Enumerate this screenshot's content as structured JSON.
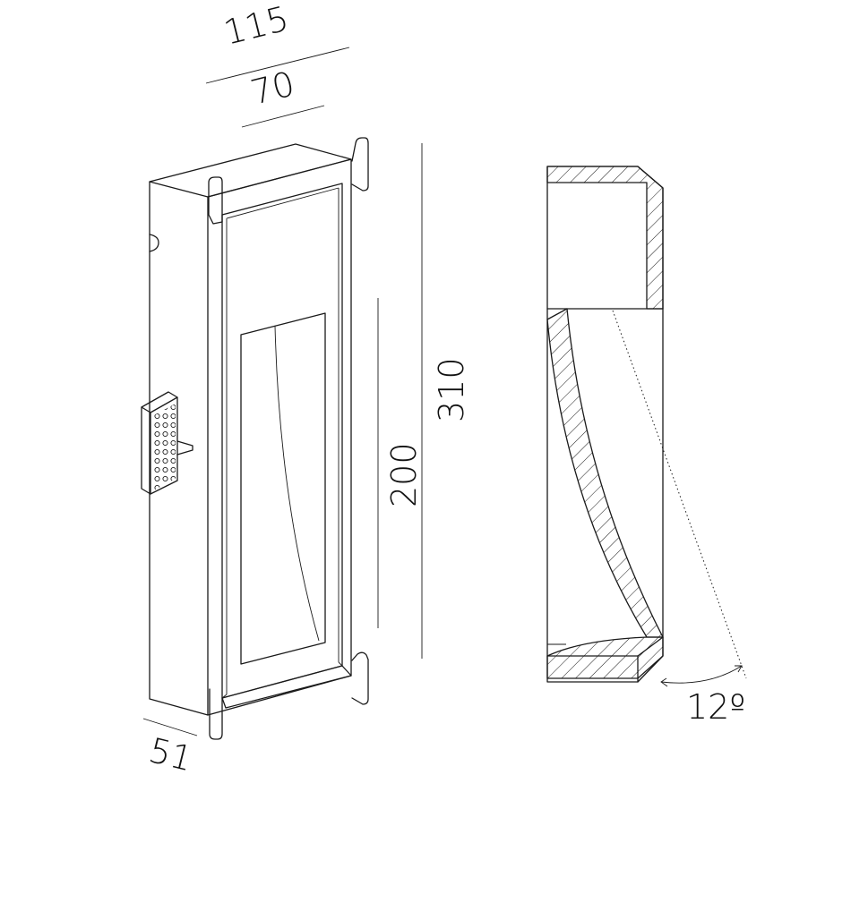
{
  "dimensions": {
    "outer_width": "115",
    "inner_width": "70",
    "total_height": "310",
    "aperture_height": "200",
    "depth": "51",
    "tilt_angle": "12º"
  }
}
